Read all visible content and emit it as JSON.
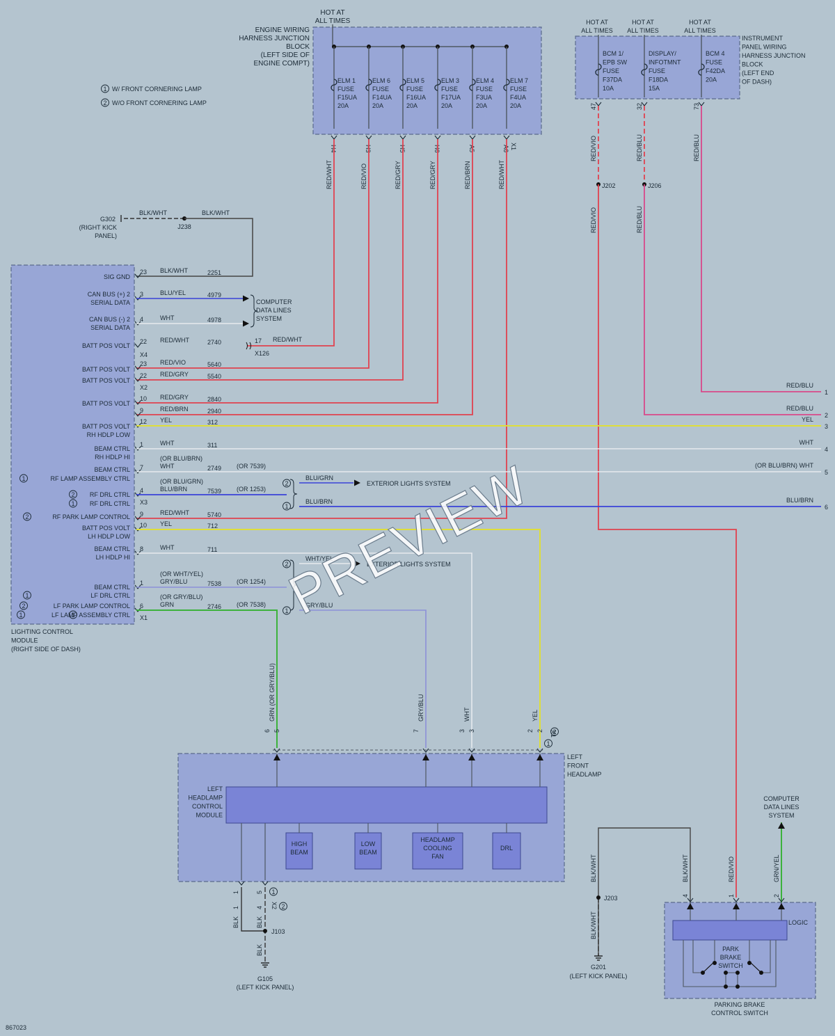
{
  "figure_id": "867023",
  "watermark": "PREVIEW",
  "legend": [
    {
      "mark": "1",
      "text": "W/ FRONT CORNERING LAMP"
    },
    {
      "mark": "2",
      "text": "W/O FRONT CORNERING LAMP"
    }
  ],
  "engine_block": {
    "hot": [
      "HOT AT",
      "ALL TIMES"
    ],
    "title": [
      "ENGINE WIRING",
      "HARNESS JUNCTION",
      "BLOCK",
      "(LEFT SIDE OF",
      "ENGINE COMPT)"
    ],
    "fuses": [
      {
        "lines": [
          "ELM 1",
          "FUSE",
          "F15UA",
          "20A"
        ],
        "pin": "H4",
        "wire": "RED/WHT"
      },
      {
        "lines": [
          "ELM 6",
          "FUSE",
          "F14UA",
          "20A"
        ],
        "pin": "H3",
        "wire": "RED/VIO"
      },
      {
        "lines": [
          "ELM 5",
          "FUSE",
          "F16UA",
          "20A"
        ],
        "pin": "H5",
        "wire": "RED/GRY"
      },
      {
        "lines": [
          "ELM 3",
          "FUSE",
          "F17UA",
          "20A"
        ],
        "pin": "H6",
        "wire": "RED/GRY"
      },
      {
        "lines": [
          "ELM 4",
          "FUSE",
          "F3UA",
          "20A"
        ],
        "pin": "A5",
        "wire": "RED/BRN"
      },
      {
        "lines": [
          "ELM 7",
          "FUSE",
          "F4UA",
          "20A"
        ],
        "pin": "A6",
        "wire": "RED/WHT"
      }
    ],
    "connector": "X1"
  },
  "ip_block": {
    "title": [
      "INSTRUMENT",
      "PANEL WIRING",
      "HARNESS JUNCTION",
      "BLOCK",
      "(LEFT END",
      "OF DASH)"
    ],
    "fuses": [
      {
        "hot": [
          "HOT AT",
          "ALL TIMES"
        ],
        "lines": [
          "BCM 1/",
          "EPB SW",
          "FUSE",
          "F37DA",
          "10A"
        ],
        "pin": "47",
        "wire": "RED/VIO",
        "splice": "J202",
        "wire2": "RED/VIO"
      },
      {
        "hot": [
          "HOT AT",
          "ALL TIMES"
        ],
        "lines": [
          "DISPLAY/",
          "INFOTMNT",
          "FUSE",
          "F18DA",
          "15A"
        ],
        "pin": "32",
        "wire": "RED/BLU",
        "splice": "J206",
        "wire2": "RED/BLU"
      },
      {
        "hot": [
          "HOT AT",
          "ALL TIMES"
        ],
        "lines": [
          "BCM 4",
          "FUSE",
          "F42DA",
          "20A"
        ],
        "pin": "73",
        "wire": "RED/BLU"
      }
    ]
  },
  "ground_g302": {
    "name": "G302",
    "loc": [
      "(RIGHT KICK",
      "PANEL)"
    ],
    "wire_a": "BLK/WHT",
    "wire_b": "BLK/WHT",
    "splice": "J238"
  },
  "lcm": {
    "title": [
      "LIGHTING CONTROL",
      "MODULE",
      "(RIGHT SIDE OF DASH)"
    ],
    "labels": [
      {
        "t": "SIG GND"
      },
      {
        "t": "CAN BUS (+) 2"
      },
      {
        "t": "SERIAL DATA"
      },
      {
        "t": "CAN BUS (-) 2"
      },
      {
        "t": "SERIAL DATA"
      },
      {
        "t": "BATT POS VOLT"
      },
      {
        "t": "BATT POS VOLT"
      },
      {
        "t": "BATT POS VOLT"
      },
      {
        "t": "BATT POS VOLT"
      },
      {
        "t": "BATT POS VOLT"
      },
      {
        "t": "RH HDLP LOW"
      },
      {
        "t": "BEAM CTRL"
      },
      {
        "t": "RH HDLP HI"
      },
      {
        "t": "BEAM CTRL"
      },
      {
        "t": "RF LAMP ASSEMBLY CTRL",
        "m": "1"
      },
      {
        "t": "RF DRL CTRL",
        "m": "2"
      },
      {
        "t": "RF DRL CTRL",
        "m": "1"
      },
      {
        "t": "RF PARK LAMP CONTROL",
        "m": "2"
      },
      {
        "t": "BATT POS VOLT"
      },
      {
        "t": "LH HDLP LOW"
      },
      {
        "t": "BEAM CTRL"
      },
      {
        "t": "LH HDLP HI"
      },
      {
        "t": "BEAM CTRL"
      },
      {
        "t": "LF DRL CTRL",
        "m": "1"
      },
      {
        "t": "LF PARK LAMP CONTROL",
        "m": "2"
      },
      {
        "t": "LF LAMP ASSEMBLY CTRL",
        "m": "1"
      },
      {
        "t": "LF DRL CTRL"
      }
    ],
    "pins": [
      "23",
      "3",
      "4",
      "22",
      "23",
      "22",
      "10",
      "9",
      "12",
      "1",
      "7",
      "4",
      "9",
      "10",
      "8",
      "1",
      "6"
    ],
    "connectors": [
      "X4",
      "X2",
      "X3",
      "X1"
    ],
    "wires": [
      {
        "c": "BLK/WHT",
        "n": "2251"
      },
      {
        "c": "BLU/YEL",
        "n": "4979"
      },
      {
        "c": "WHT",
        "n": "4978"
      },
      {
        "c": "RED/WHT",
        "n": "2740"
      },
      {
        "c": "RED/VIO",
        "n": "5640"
      },
      {
        "c": "RED/GRY",
        "n": "5540"
      },
      {
        "c": "RED/GRY",
        "n": "2840"
      },
      {
        "c": "RED/BRN",
        "n": "2940"
      },
      {
        "c": "YEL",
        "n": "312"
      },
      {
        "c": "WHT",
        "n": "311"
      },
      {
        "c": "WHT",
        "n": "2749",
        "alt": "(OR BLU/BRN)",
        "or": "(OR 7539)"
      },
      {
        "c": "BLU/BRN",
        "n": "7539",
        "alt": "(OR BLU/GRN)",
        "or": "(OR 1253)"
      },
      {
        "c": "RED/WHT",
        "n": "5740"
      },
      {
        "c": "YEL",
        "n": "712"
      },
      {
        "c": "WHT",
        "n": "711"
      },
      {
        "c": "GRY/BLU",
        "n": "7538",
        "alt": "(OR WHT/YEL)",
        "or": "(OR 1254)"
      },
      {
        "c": "GRN",
        "n": "2746",
        "alt": "(OR GRY/BLU)",
        "or": "(OR 7538)"
      }
    ]
  },
  "computer_data": [
    "COMPUTER",
    "DATA LINES",
    "SYSTEM"
  ],
  "x126": {
    "pin": "17",
    "name": "X126",
    "wire": "RED/WHT"
  },
  "exterior_lights": "EXTERIOR LIGHTS SYSTEM",
  "branches": {
    "upper": {
      "a": "BLU/GRN",
      "b": "BLU/BRN"
    },
    "lower": {
      "a": "WHT/YEL",
      "b": "GRY/BLU"
    }
  },
  "right_edge": [
    {
      "pin": "1",
      "label": "RED/BLU"
    },
    {
      "pin": "2",
      "label": "RED/BLU"
    },
    {
      "pin": "3",
      "label": "YEL"
    },
    {
      "pin": "4",
      "label": "WHT"
    },
    {
      "pin": "5",
      "label": "(OR BLU/BRN) WHT"
    },
    {
      "pin": "6",
      "label": "BLU/BRN"
    }
  ],
  "headlamp": {
    "title": [
      "LEFT",
      "FRONT",
      "HEADLAMP"
    ],
    "ctrl": [
      "LEFT",
      "HEADLAMP",
      "CONTROL",
      "MODULE"
    ],
    "subs": [
      [
        "HIGH",
        "BEAM"
      ],
      [
        "LOW",
        "BEAM"
      ],
      [
        "HEADLAMP",
        "COOLING",
        "FAN"
      ],
      [
        "DRL"
      ]
    ],
    "top_wires": [
      {
        "c": "GRN (OR GRY/BLU)",
        "p": [
          "6",
          "5"
        ]
      },
      {
        "c": "GRY/BLU",
        "p": [
          "7"
        ]
      },
      {
        "c": "WHT",
        "p": [
          "3",
          "3"
        ]
      },
      {
        "c": "YEL",
        "p": [
          "2",
          "2"
        ]
      }
    ],
    "top_conn": "X1",
    "bottom": {
      "p1": [
        "1",
        "1"
      ],
      "p2": [
        "5",
        "4"
      ],
      "conn": "X2",
      "w1": "BLK",
      "w2": "BLK",
      "splice": "J103",
      "w3": "BLK",
      "ground": "G105",
      "loc": "(LEFT KICK PANEL)"
    }
  },
  "g201": {
    "w1": "BLK/WHT",
    "splice": "J203",
    "w2": "BLK/WHT",
    "ground": "G201",
    "loc": "(LEFT KICK PANEL)"
  },
  "parking_brake": {
    "title": [
      "PARKING BRAKE",
      "CONTROL SWITCH"
    ],
    "logic": "LOGIC",
    "switch": [
      "PARK",
      "BRAKE",
      "SWITCH"
    ],
    "pins": [
      {
        "p": "4",
        "w": "BLK/WHT"
      },
      {
        "p": "1",
        "w": "RED/VIO"
      },
      {
        "p": "2",
        "w": "GRN/YEL"
      }
    ],
    "computer": [
      "COMPUTER",
      "DATA LINES",
      "SYSTEM"
    ]
  },
  "colors": {
    "red": "#e0424f",
    "pink": "#d8488a",
    "yellow": "#dede3a",
    "green": "#3cb23c",
    "blue": "#3a42d8",
    "lavender": "#8c90d8",
    "white": "#e6eaee",
    "grey": "#4e5862"
  }
}
